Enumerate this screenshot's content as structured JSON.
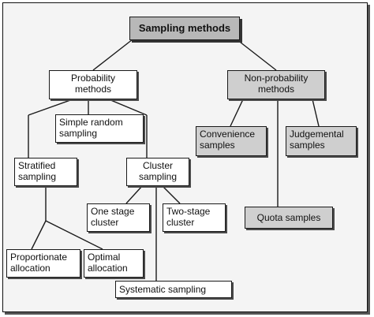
{
  "diagram": {
    "root": "Sampling methods",
    "probability": "Probability\nmethods",
    "non_probability": "Non-probability\nmethods",
    "simple_random": "Simple random\nsampling",
    "stratified": "Stratified\nsampling",
    "cluster": "Cluster\nsampling",
    "one_stage": "One stage\ncluster",
    "two_stage": "Two-stage\ncluster",
    "proportionate": "Proportionate\nallocation",
    "optimal": "Optimal\nallocation",
    "systematic": "Systematic sampling",
    "convenience": "Convenience\nsamples",
    "judgemental": "Judgemental\nsamples",
    "quota": "Quota samples"
  }
}
